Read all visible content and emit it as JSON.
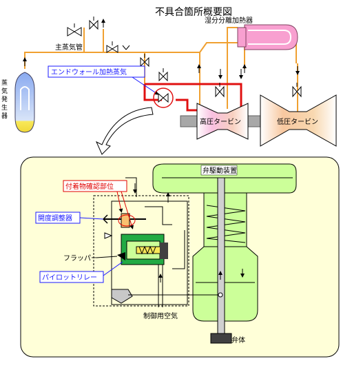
{
  "title": "不具合箇所概要図",
  "labels": {
    "main_steam_pipe": "主蒸気管",
    "steam_generator": [
      "蒸",
      "気",
      "発",
      "生",
      "器"
    ],
    "moisture_separator_reheater": "湿分分離加熱器",
    "hp_turbine": "高圧タービン",
    "lp_turbine": "低圧タービン",
    "end_wall_heating_steam": "エンドウォール加熱蒸気",
    "valve_actuator": "弁駆動装置",
    "deposit_check_location": "付着物確認部位",
    "opening_adjuster": "開度調整器",
    "flapper": "フラッパー",
    "pilot_relay": "パイロットリレー",
    "control_air": "制御用空気",
    "valve_body": "弁体"
  },
  "colors": {
    "steam_pipe": "#f0a030",
    "heating_pipe": "#e01010",
    "turbine_fill": "#ffffff",
    "turbine_band": "#f8c8e8",
    "detail_panel": "#ffffd8",
    "actuator_fill": "#ccff99",
    "relay_green": "#22aa44",
    "callout_blue": "#1a1aff",
    "callout_red": "#e00000",
    "generator_top": "#5080e0",
    "generator_bottom": "#f8e858",
    "reheater_fill": "#f8a0d0"
  }
}
